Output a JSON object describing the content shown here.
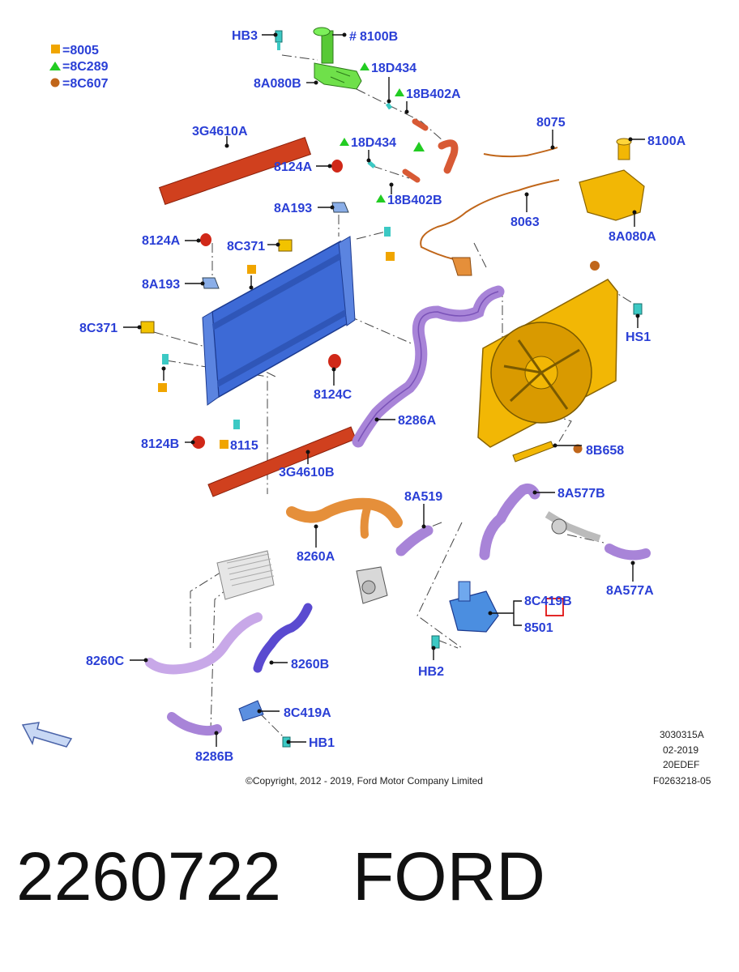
{
  "legend": [
    {
      "shape": "square",
      "color": "#f0a500",
      "text": "=8005"
    },
    {
      "shape": "triangle",
      "color": "#22cc22",
      "text": "=8C289"
    },
    {
      "shape": "circle",
      "color": "#c0661a",
      "text": "=8C607"
    }
  ],
  "callouts": {
    "hb3": "HB3",
    "hash_8100b": "#",
    "c_8100b": "8100B",
    "c_8a080b": "8A080B",
    "c_18d434_top": "18D434",
    "c_18b402a": "18B402A",
    "c_3g4610a": "3G4610A",
    "c_18d434_mid": "18D434",
    "c_8124a_top": "8124A",
    "c_18b402b": "18B402B",
    "c_8a193_top": "8A193",
    "c_8124a_left": "8124A",
    "c_8c371_top": "8C371",
    "c_8a193_left": "8A193",
    "c_8c371_left": "8C371",
    "c_8124c": "8124C",
    "c_8124b": "8124B",
    "c_8115": "8115",
    "c_3g4610b": "3G4610B",
    "c_8286a": "8286A",
    "c_8075": "8075",
    "c_8100a": "8100A",
    "c_8063": "8063",
    "c_8a080a": "8A080A",
    "c_hs1": "HS1",
    "c_8b658": "8B658",
    "c_8a519": "8A519",
    "c_8a577b": "8A577B",
    "c_8260a": "8260A",
    "c_8c419b": "8C419B",
    "c_8501": "8501",
    "c_8a577a": "8A577A",
    "c_hb2": "HB2",
    "c_8260c": "8260C",
    "c_8260b": "8260B",
    "c_8c419a": "8C419A",
    "c_hb1": "HB1",
    "c_8286b": "8286B"
  },
  "meta": {
    "code": "3030315A",
    "date": "02-2019",
    "edition": "20EDEF",
    "ref": "F0263218-05"
  },
  "copyright": "©Copyright, 2012 - 2019, Ford Motor Company Limited",
  "footer": {
    "part_number": "2260722",
    "brand": "FORD"
  },
  "colors": {
    "label": "#2a3fd6",
    "radiator": "#3d6ad6",
    "fan_shroud": "#f2b705",
    "seal": "#d0401e",
    "hose_purple": "#a884d8",
    "hose_orange": "#e58f3a",
    "reservoir_green": "#6fe04a",
    "reservoir_yellow": "#f2b705"
  }
}
